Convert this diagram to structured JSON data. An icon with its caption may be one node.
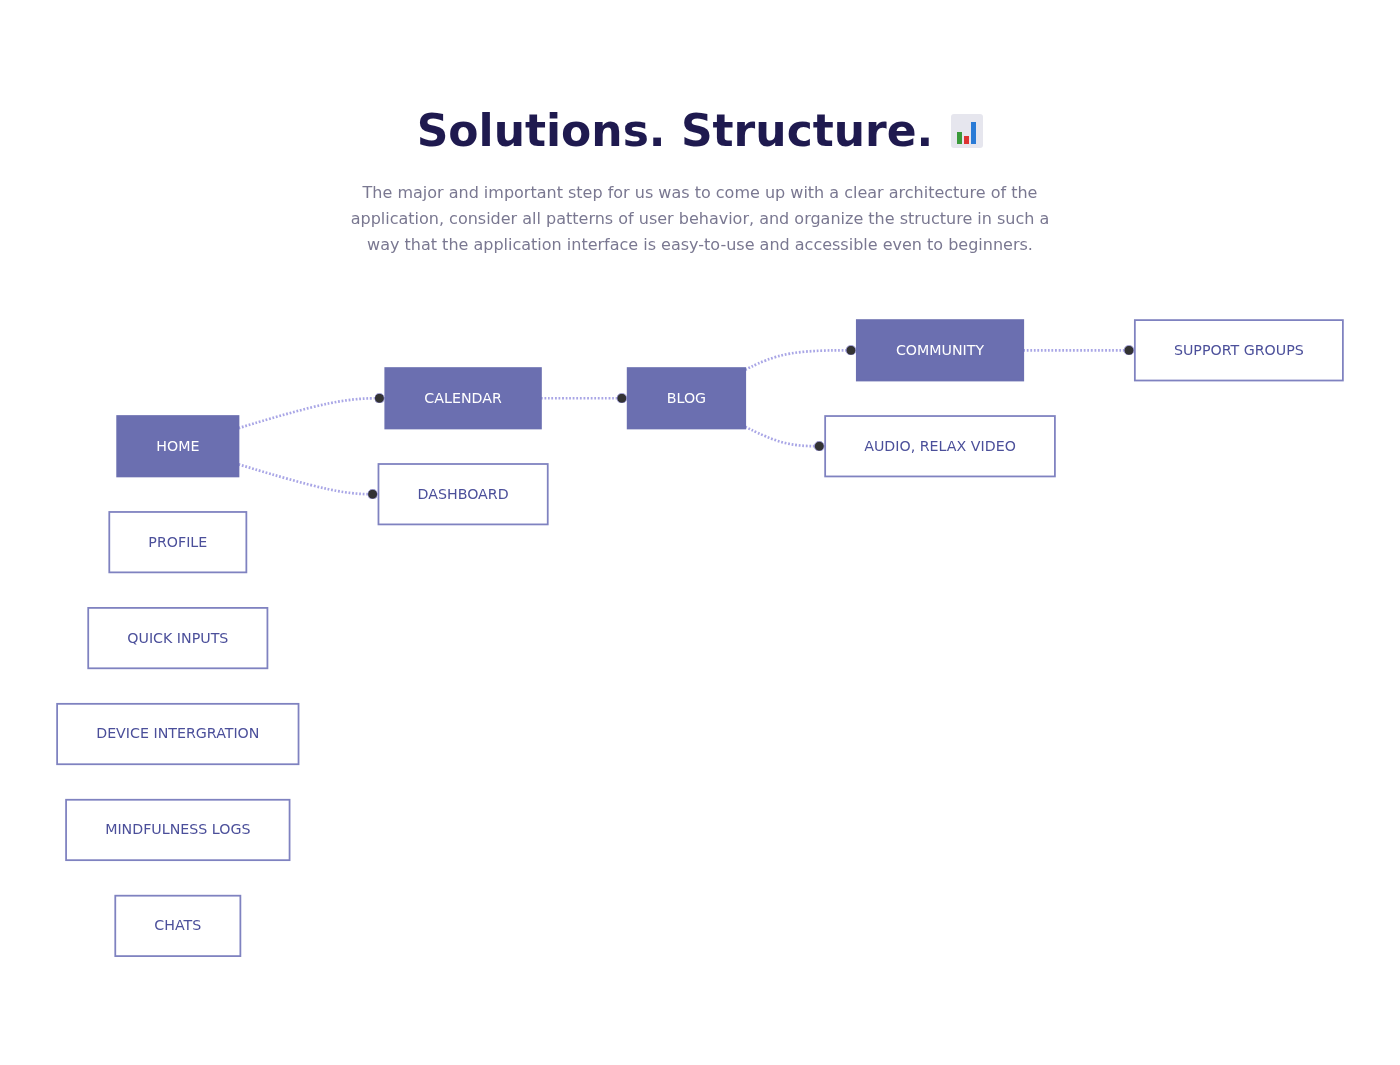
{
  "diagram": {
    "title": "Solutions. Structure.",
    "nodes": [
      {
        "text": [
          "HOME"
        ]
      },
      {
        "text": [
          "CALENDAR"
        ]
      },
      {
        "text": [
          "BLOG"
        ]
      },
      {
        "text": [
          "COMMUNITY"
        ]
      },
      {
        "text": [
          "PROFILE"
        ]
      },
      {
        "text": [
          "DASHBOARD"
        ]
      },
      {
        "text": [
          "QUICK INPUTS"
        ]
      },
      {
        "text": [
          "AUDIO, RELAX VIDEO"
        ]
      },
      {
        "text": [
          "SUPPORT GROUPS"
        ]
      },
      {
        "text": [
          "DEVICE INTERGRATION"
        ]
      },
      {
        "text": [
          "MINDFULNESS LOGS"
        ]
      },
      {
        "text": [
          "CHATS"
        ]
      }
    ],
    "edges": [
      {
        "from": 0,
        "to": 1,
        "arrow": "other",
        "style": "dashed"
      },
      {
        "from": 0,
        "to": 5,
        "arrow": "other",
        "style": "dashed"
      },
      {
        "from": 1,
        "to": 2,
        "arrow": "other",
        "style": "dashed"
      },
      {
        "from": 2,
        "to": 3,
        "arrow": "other",
        "style": "dashed"
      },
      {
        "from": 2,
        "to": 7,
        "arrow": "other",
        "style": "dashed"
      },
      {
        "from": 3,
        "to": 8,
        "arrow": "other",
        "style": "dashed"
      }
    ],
    "labels": [
      "The major and important step for us was to come up with a clear architecture of the application, consider all patterns of user behavior, and organize the structure in such a way that the application interface is easy-to-use and accessible even to beginners."
    ]
  }
}
